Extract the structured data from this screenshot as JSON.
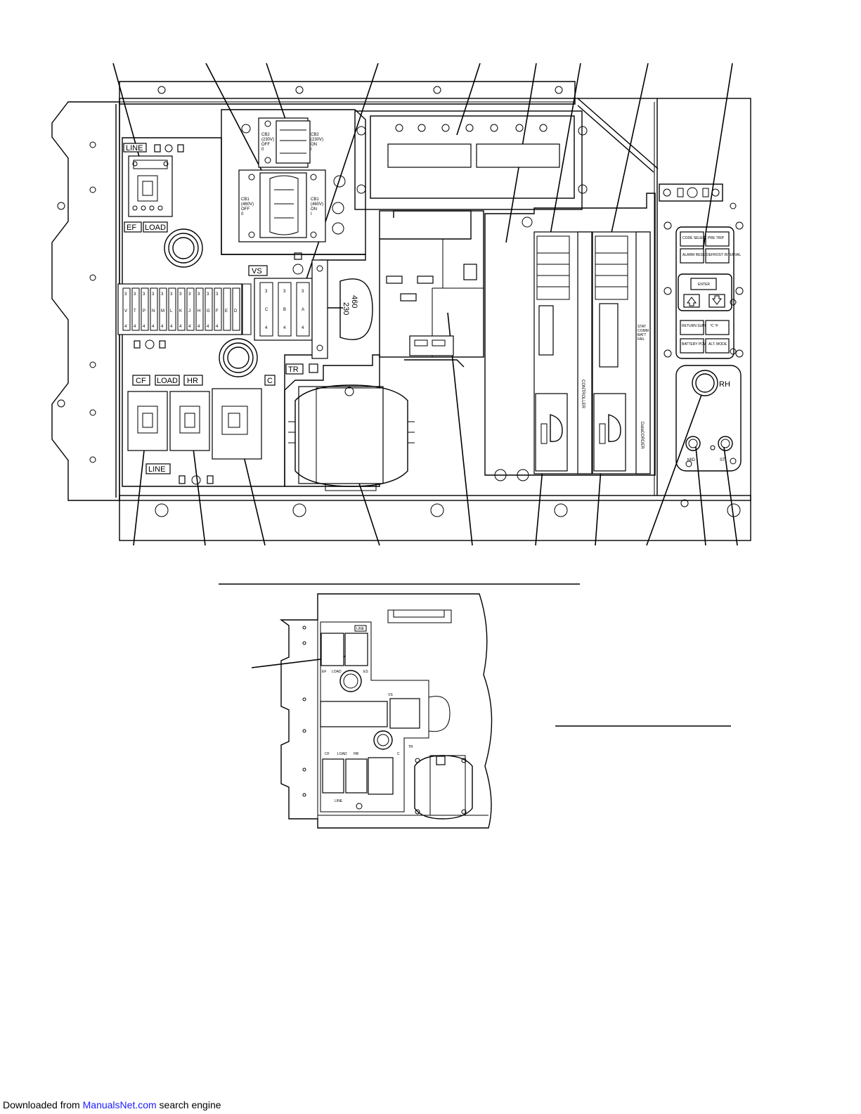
{
  "labels": {
    "line_top": "LINE",
    "ef": "EF",
    "load_top": "LOAD",
    "vs": "VS",
    "cf": "CF",
    "load_bot": "LOAD",
    "hr": "HR",
    "c": "C",
    "tr": "TR",
    "line_bot": "LINE",
    "cb2_left": "CB2\n(230V)\nOFF\n0",
    "cb2_right": "CB2\n(230V)\nON\nI",
    "cb1_left": "CB1\n(460V)\nOFF\n0",
    "cb1_right": "CB1\n(460V)\nON\nI",
    "terminal_top": [
      "3",
      "3",
      "3",
      "3",
      "3",
      "3",
      "3",
      "3",
      "3",
      "3",
      "3"
    ],
    "terminal_mid": [
      "V",
      "T",
      "P",
      "N",
      "M",
      "L",
      "K",
      "J",
      "H",
      "G",
      "F",
      "E",
      "D"
    ],
    "terminal_bot": [
      "4",
      "4",
      "4",
      "4",
      "4",
      "4",
      "4",
      "4",
      "4",
      "4",
      "4"
    ],
    "vs_top": [
      "3",
      "3",
      "3"
    ],
    "vs_mid": [
      "C",
      "B",
      "A"
    ],
    "vs_bot": [
      "4",
      "4",
      "4"
    ],
    "knob": [
      "460",
      "230"
    ],
    "controller": "CONTROLLER",
    "datacorder": "DataCORDER",
    "keypad": [
      [
        "CODE SELECT",
        "PRE TRIP"
      ],
      [
        "ALARM RESET",
        "DEFROST INTERVAL"
      ],
      [
        "ENTER"
      ],
      [
        "RETURN SUPPLY",
        "°C °F"
      ],
      [
        "BATTERY POWER",
        "ALT. MODE"
      ]
    ],
    "rh": "RH",
    "mid": "MID",
    "st": "ST",
    "status": [
      "STAT",
      "COMM",
      "BATT",
      "FAIL"
    ]
  },
  "inset_labels": {
    "line": "LINE",
    "ef": "EF",
    "load": "LOAD",
    "vs": "VS",
    "cf": "CF",
    "load2": "LOAD",
    "hr": "HR",
    "c": "C",
    "tr": "TR",
    "line2": "LINE",
    "es": "ES"
  },
  "footer": {
    "prefix": "Downloaded from ",
    "link": "ManualsNet.com",
    "suffix": " search engine"
  }
}
